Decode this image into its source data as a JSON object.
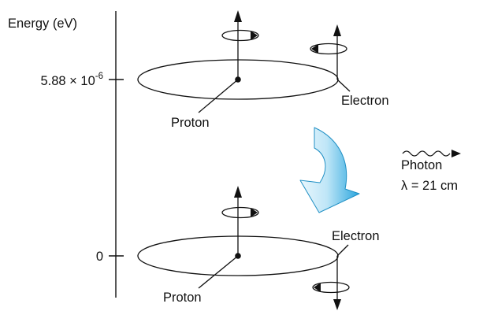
{
  "axis": {
    "label": "Energy (eV)",
    "upper_level": {
      "mantissa": "5.88 × 10",
      "exponent": "-6"
    },
    "lower_level": "0"
  },
  "upper_state": {
    "proton_label": "Proton",
    "electron_label": "Electron"
  },
  "lower_state": {
    "proton_label": "Proton",
    "electron_label": "Electron"
  },
  "photon": {
    "label": "Photon",
    "wavelength": "λ = 21 cm"
  },
  "colors": {
    "line": "#111111",
    "transition_arrow_light": "#e8f6fd",
    "transition_arrow_dark": "#29a8e0"
  }
}
